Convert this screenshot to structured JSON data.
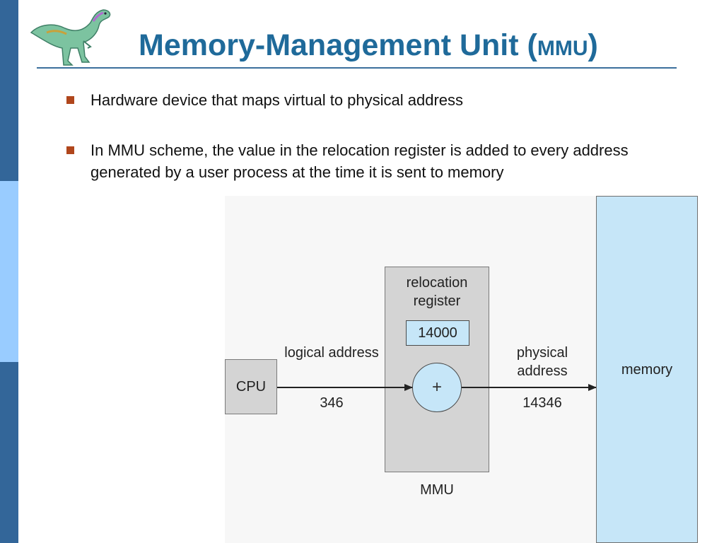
{
  "title": {
    "main": "Memory-Management Unit (",
    "abbr": "MMU",
    "close": ")"
  },
  "bullets": [
    "Hardware device that maps virtual to physical address",
    "In MMU scheme, the value in the relocation register is added to every address generated by a user process at the time it is sent to memory"
  ],
  "diagram": {
    "cpu": "CPU",
    "relocation_label": "relocation register",
    "relocation_value": "14000",
    "adder_symbol": "+",
    "logical_label": "logical address",
    "logical_value": "346",
    "physical_label": "physical address",
    "physical_value": "14346",
    "mmu": "MMU",
    "memory": "memory"
  },
  "colors": {
    "title": "#1f6a9a",
    "bullet": "#b0461c",
    "stripe_dark": "#336699",
    "stripe_light": "#99ccff",
    "box_gray": "#d4d4d4",
    "box_blue": "#c6e6f8"
  },
  "icons": {
    "logo": "dinosaur-logo-icon"
  }
}
